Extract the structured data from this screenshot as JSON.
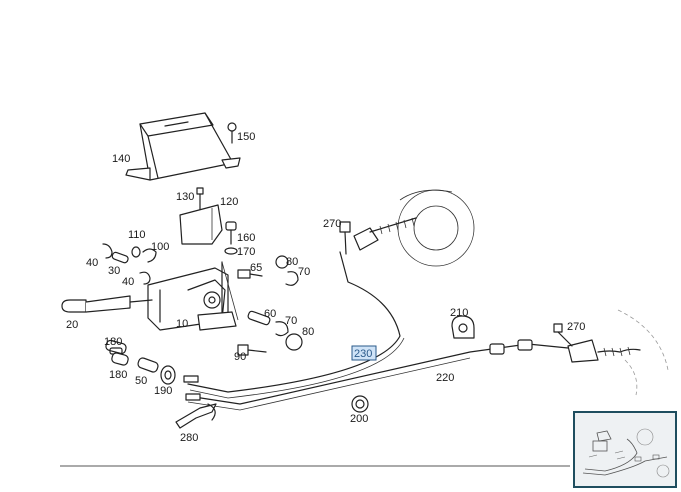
{
  "labels": {
    "l150": "150",
    "l140": "140",
    "l130": "130",
    "l120": "120",
    "l160": "160",
    "l170": "170",
    "l110": "110",
    "l100": "100",
    "l40a": "40",
    "l30": "30",
    "l40b": "40",
    "l65": "65",
    "l80a": "80",
    "l70a": "70",
    "l20": "20",
    "l10": "10",
    "l60": "60",
    "l70b": "70",
    "l80b": "80",
    "l90": "90",
    "l180a": "180",
    "l180b": "180",
    "l50": "50",
    "l190": "190",
    "l280": "280",
    "l270a": "270",
    "l230": "230",
    "l210": "210",
    "l270b": "270",
    "l220": "220",
    "l200": "200"
  },
  "highlighted_part": "230",
  "colors": {
    "line": "#222222",
    "highlight_fill": "#cfe3f7",
    "highlight_text": "#2a5a8a",
    "thumbnail_border": "#1f4e5f"
  }
}
